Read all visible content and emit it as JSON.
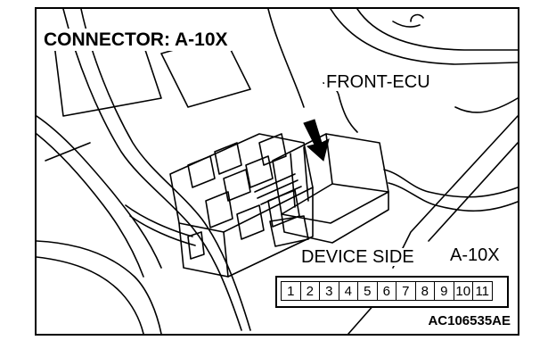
{
  "diagram": {
    "title": "CONNECTOR: A-10X",
    "callout_label": "FRONT-ECU",
    "connector_view_label": "DEVICE SIDE",
    "connector_code": "A-10X",
    "pins": [
      "1",
      "2",
      "3",
      "4",
      "5",
      "6",
      "7",
      "8",
      "9",
      "10",
      "11"
    ],
    "image_id": "AC106535AE"
  }
}
